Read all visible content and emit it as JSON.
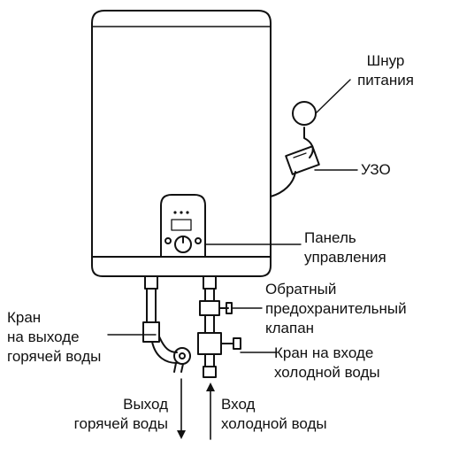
{
  "labels": {
    "power_cord_line1": "Шнур",
    "power_cord_line2": "питания",
    "rcd": "УЗО",
    "control_panel_line1": "Панель",
    "control_panel_line2": "управления",
    "check_valve_line1": "Обратный",
    "check_valve_line2": "предохранительный",
    "check_valve_line3": "клапан",
    "hot_tap_line1": "Кран",
    "hot_tap_line2": "на выходе",
    "hot_tap_line3": "горячей воды",
    "cold_tap_line1": "Кран на входе",
    "cold_tap_line2": "холодной воды",
    "hot_out_line1": "Выход",
    "hot_out_line2": "горячей воды",
    "cold_in_line1": "Вход",
    "cold_in_line2": "холодной воды"
  }
}
